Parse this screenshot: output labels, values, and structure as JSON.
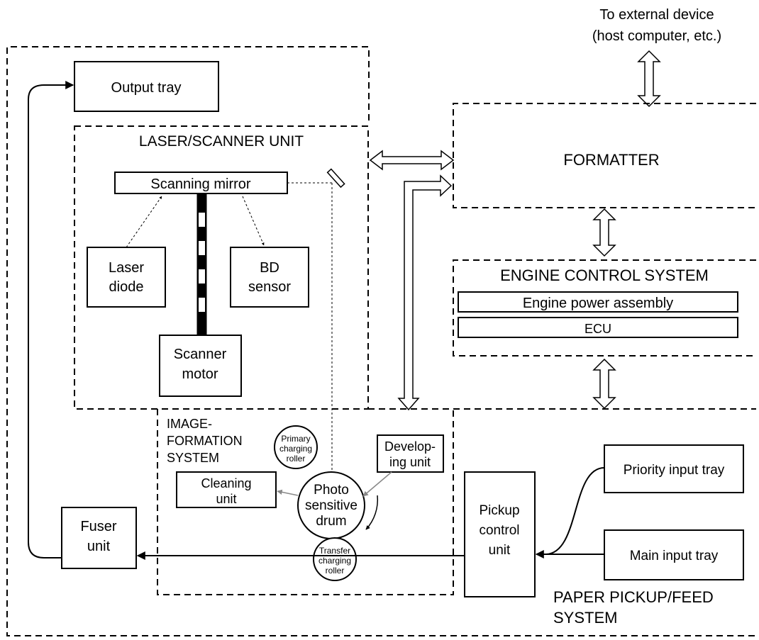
{
  "external": {
    "line1": "To external device",
    "line2": "(host computer, etc.)"
  },
  "output_tray": "Output tray",
  "laser_scanner": {
    "title": "LASER/SCANNER UNIT",
    "scanning_mirror": "Scanning mirror",
    "laser_diode": [
      "Laser",
      "diode"
    ],
    "bd_sensor": [
      "BD",
      "sensor"
    ],
    "scanner_motor": [
      "Scanner",
      "motor"
    ]
  },
  "formatter": "FORMATTER",
  "engine_control": {
    "title": "ENGINE CONTROL SYSTEM",
    "power_assembly": "Engine power assembly",
    "ecu": "ECU"
  },
  "image_formation": {
    "title": [
      "IMAGE-",
      "FORMATION",
      "SYSTEM"
    ],
    "primary_roller": [
      "Primary",
      "charging",
      "roller"
    ],
    "developing_unit": [
      "Develop-",
      "ing unit"
    ],
    "cleaning_unit": [
      "Cleaning",
      "unit"
    ],
    "drum": [
      "Photo",
      "sensitive",
      "drum"
    ],
    "transfer_roller": [
      "Transfer",
      "charging",
      "roller"
    ]
  },
  "fuser_unit": [
    "Fuser",
    "unit"
  ],
  "pickup_control": [
    "Pickup",
    "control",
    "unit"
  ],
  "priority_tray": "Priority input tray",
  "main_tray": "Main input tray",
  "paper_system": [
    "PAPER PICKUP/FEED",
    "SYSTEM"
  ]
}
